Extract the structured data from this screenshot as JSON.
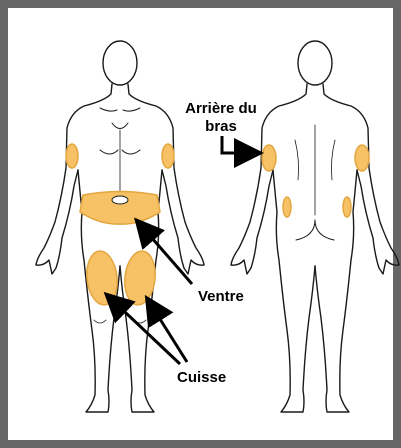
{
  "labels": {
    "back_of_arm_line1": "Arrière du",
    "back_of_arm_line2": "bras",
    "belly": "Ventre",
    "thigh": "Cuisse"
  },
  "colors": {
    "frame": "#666666",
    "zone_fill": "#f7c165",
    "zone_stroke": "#e3a640",
    "outline": "#1a1a1a"
  },
  "figures": [
    "front-view-body",
    "back-view-body"
  ]
}
